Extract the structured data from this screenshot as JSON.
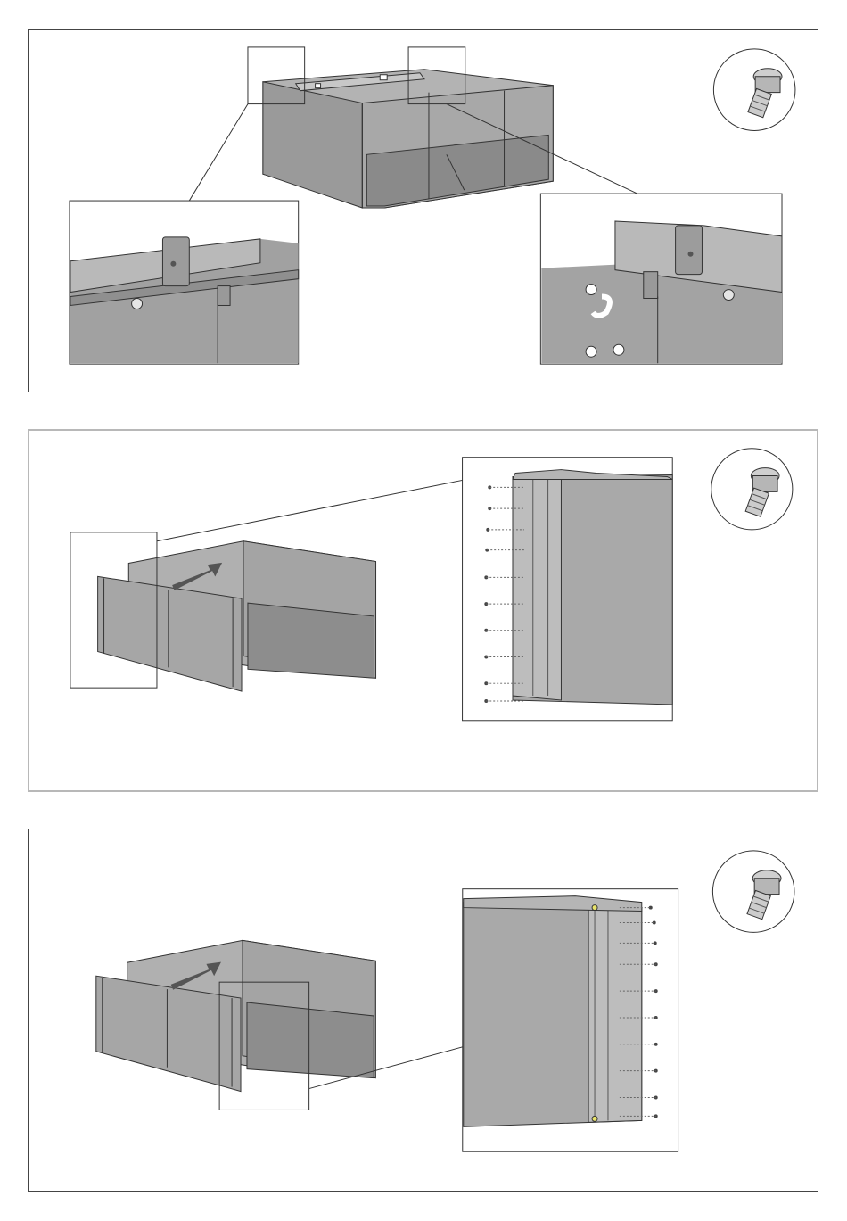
{
  "page": {
    "background": "#ffffff",
    "steps": [
      {
        "id": "step-1",
        "description_icon": "torx-screw-icon",
        "callouts": 2
      },
      {
        "id": "step-2",
        "description_icon": "torx-screw-icon",
        "callouts": 1
      },
      {
        "id": "step-3",
        "description_icon": "torx-screw-icon",
        "callouts": 1
      }
    ]
  },
  "colors": {
    "panel_fill": "#9d9d9d",
    "panel_light": "#b6b6b6",
    "panel_dark": "#7a7a7a",
    "outline": "#333333",
    "arrow": "#555555",
    "screw_highlight": "#e8e36a"
  }
}
